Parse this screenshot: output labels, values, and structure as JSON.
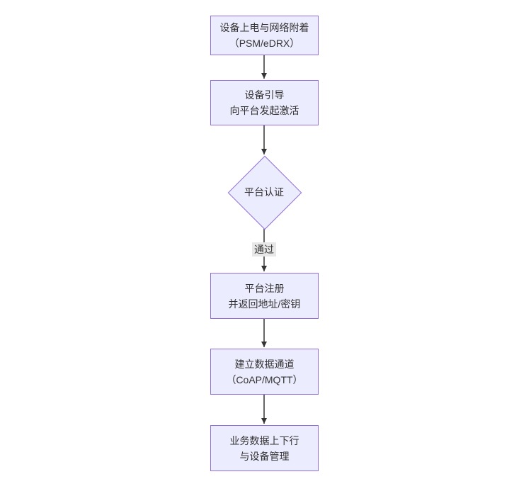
{
  "diagram": {
    "type": "flowchart",
    "direction": "top-down",
    "nodes": [
      {
        "id": "power-attach",
        "shape": "rect",
        "lines": [
          "设备上电与网络附着",
          "（PSM/eDRX）"
        ]
      },
      {
        "id": "bootstrap",
        "shape": "rect",
        "lines": [
          "设备引导",
          "向平台发起激活"
        ]
      },
      {
        "id": "platform-auth",
        "shape": "diamond",
        "lines": [
          "平台认证"
        ]
      },
      {
        "id": "platform-register",
        "shape": "rect",
        "lines": [
          "平台注册",
          "并返回地址/密钥"
        ]
      },
      {
        "id": "data-channel",
        "shape": "rect",
        "lines": [
          "建立数据通道",
          "（CoAP/MQTT）"
        ]
      },
      {
        "id": "business-data",
        "shape": "rect",
        "lines": [
          "业务数据上下行",
          "与设备管理"
        ]
      }
    ],
    "edges": [
      {
        "from": "power-attach",
        "to": "bootstrap",
        "label": ""
      },
      {
        "from": "bootstrap",
        "to": "platform-auth",
        "label": ""
      },
      {
        "from": "platform-auth",
        "to": "platform-register",
        "label": "通过"
      },
      {
        "from": "platform-register",
        "to": "data-channel",
        "label": ""
      },
      {
        "from": "data-channel",
        "to": "business-data",
        "label": ""
      }
    ],
    "colors": {
      "node_fill": "#ECECFF",
      "node_border": "#9370DB",
      "edge_stroke": "#333333",
      "edge_label_bg": "#e8e8e8",
      "text": "#333333",
      "background": "#ffffff"
    }
  }
}
